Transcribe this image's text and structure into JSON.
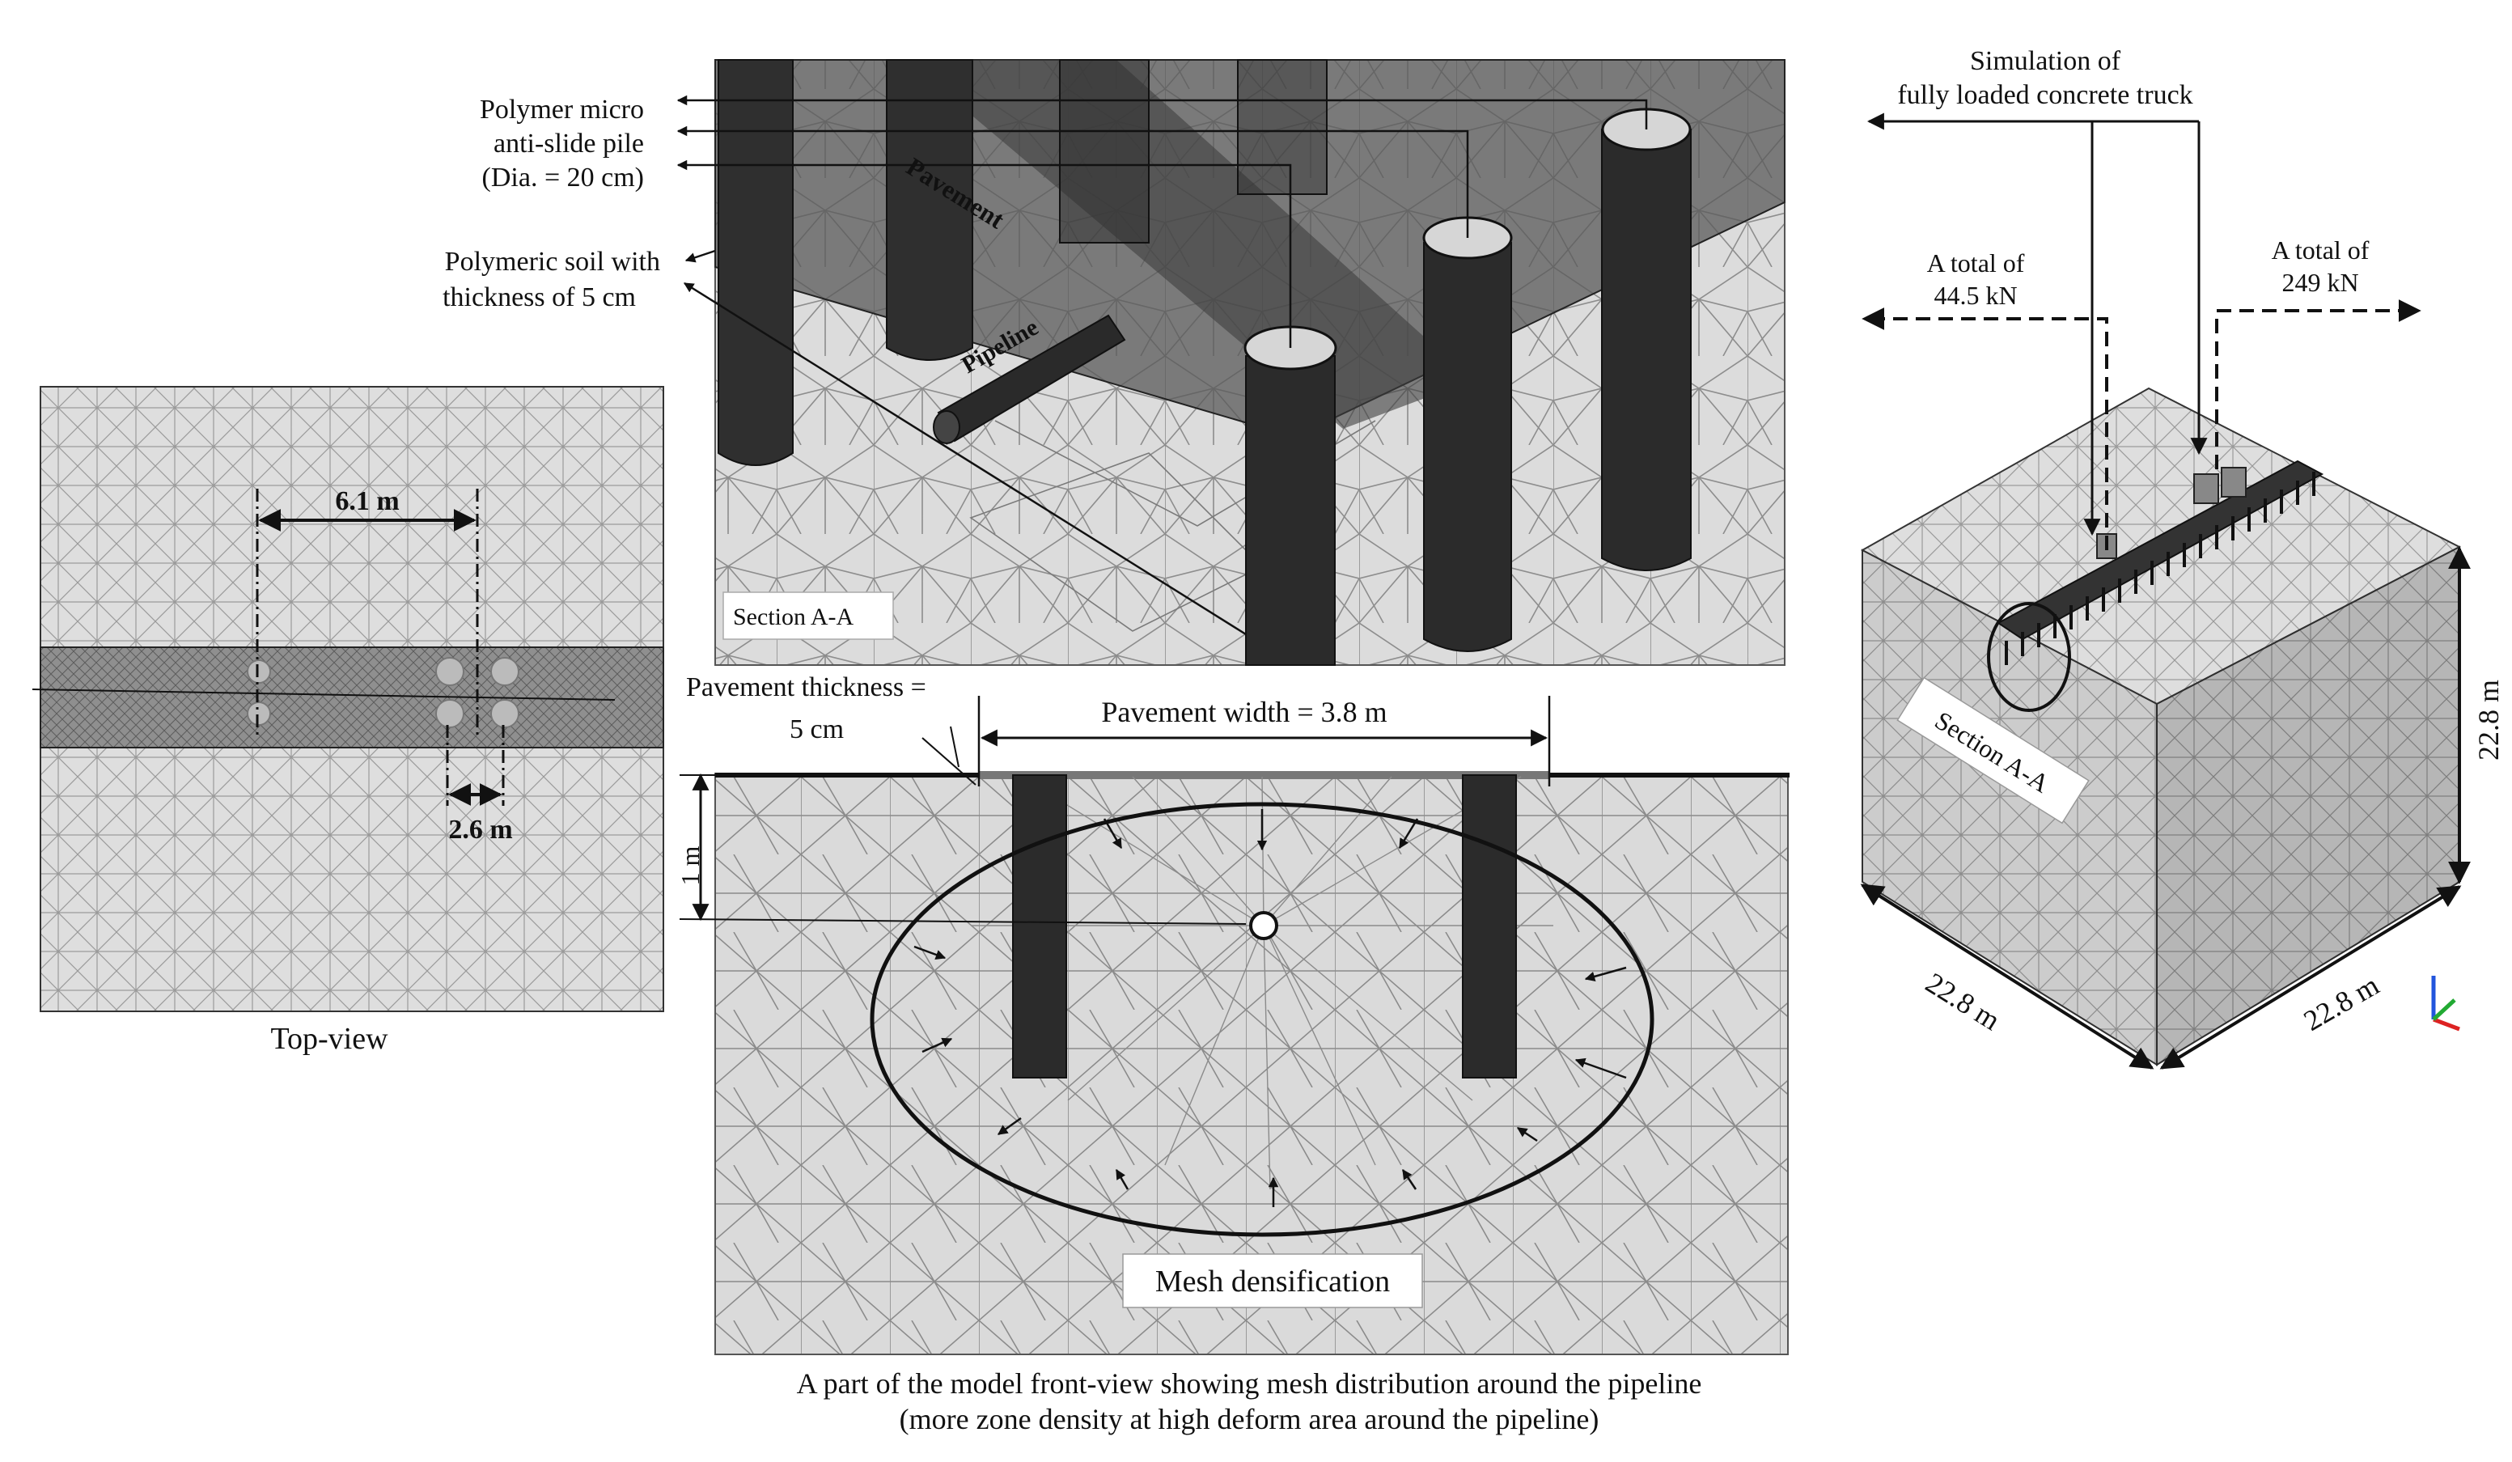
{
  "top_view": {
    "spacing_long": "6.1 m",
    "spacing_short": "2.6 m",
    "caption": "Top-view"
  },
  "section_view": {
    "pile_label_lines": [
      "Polymer micro",
      "anti-slide pile",
      "(Dia. = 20 cm)"
    ],
    "soil_label_lines": [
      "Polymeric soil with",
      "thickness of 5 cm"
    ],
    "pavement_label": "Pavement",
    "pipeline_label": "Pipeline",
    "section_tag": "Section A-A"
  },
  "front_view": {
    "thickness_label_lines": [
      "Pavement thickness =",
      "5 cm"
    ],
    "width_label": "Pavement width = 3.8 m",
    "depth_label": "1 m",
    "densification_label": "Mesh densification",
    "caption_lines": [
      "A part of the model front-view showing mesh distribution around the pipeline",
      "(more zone density at high deform area around the pipeline)"
    ]
  },
  "model_3d": {
    "truck_label_lines": [
      "Simulation of",
      "fully loaded concrete truck"
    ],
    "load_left_lines": [
      "A total of",
      "44.5 kN"
    ],
    "load_right_lines": [
      "A total of",
      "249 kN"
    ],
    "section_tag": "Section A-A",
    "dim_height": "22.8 m",
    "dim_left": "22.8 m",
    "dim_right": "22.8 m"
  },
  "colors": {
    "mesh_bg": "#d9d9d9",
    "mesh_line": "#8a8a8a",
    "pile": "#2b2b2b",
    "strip": "#3a3a3a"
  }
}
